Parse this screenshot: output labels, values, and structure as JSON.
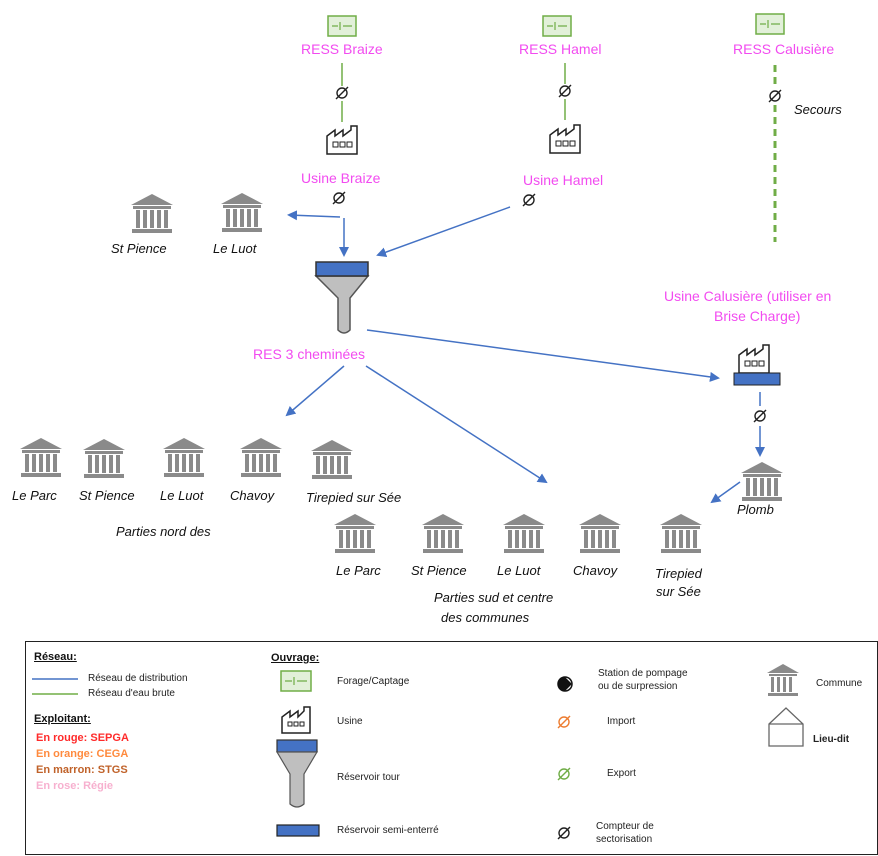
{
  "nodes": {
    "ress_braize": "RESS Braize",
    "ress_hamel": "RESS Hamel",
    "ress_calusiere": "RESS Calusière",
    "secours": "Secours",
    "usine_braize": "Usine Braize",
    "usine_hamel": "Usine Hamel",
    "usine_calusiere_line1": "Usine Calusière (utiliser en",
    "usine_calusiere_line2": "Brise Charge)",
    "res_3_cheminees": "RES 3 cheminées",
    "plomb": "Plomb"
  },
  "communes_top": [
    "St Pience",
    "Le Luot"
  ],
  "communes_north": [
    "Le Parc",
    "St Pience",
    "Le Luot",
    "Chavoy",
    "Tirepied sur Sée"
  ],
  "north_caption": "Parties nord des",
  "communes_south": [
    "Le Parc",
    "St Pience",
    "Le Luot",
    "Chavoy",
    "Tirepied",
    "sur Sée"
  ],
  "south_caption_line1": "Parties sud et centre",
  "south_caption_line2": "des communes",
  "legend": {
    "reseau_title": "Réseau:",
    "reseau_distribution": "Réseau de distribution",
    "reseau_eau_brute": "Réseau d'eau brute",
    "exploitant_title": "Exploitant:",
    "exploitants": [
      {
        "label": "En rouge: SEPGA",
        "color": "#ff2a2a"
      },
      {
        "label": "En orange: CEGA",
        "color": "#ff8a3d"
      },
      {
        "label": "En marron: STGS",
        "color": "#c0622a"
      },
      {
        "label": "En rose: Régie",
        "color": "#f7b0cf"
      }
    ],
    "ouvrage_title": "Ouvrage:",
    "forage": "Forage/Captage",
    "usine": "Usine",
    "reservoir_tour": "Réservoir tour",
    "reservoir_semi": "Réservoir semi-enterré",
    "station_line1": "Station de pompage",
    "station_line2": "ou de surpression",
    "import": "Import",
    "export": "Export",
    "compteur_line1": "Compteur de",
    "compteur_line2": "sectorisation",
    "commune": "Commune",
    "lieu_dit": "Lieu-dit"
  },
  "colors": {
    "distribution": "#4472c4",
    "eau_brute": "#70ad47",
    "node_label": "#f24bf0",
    "import": "#ed7d31",
    "export": "#70ad47"
  }
}
